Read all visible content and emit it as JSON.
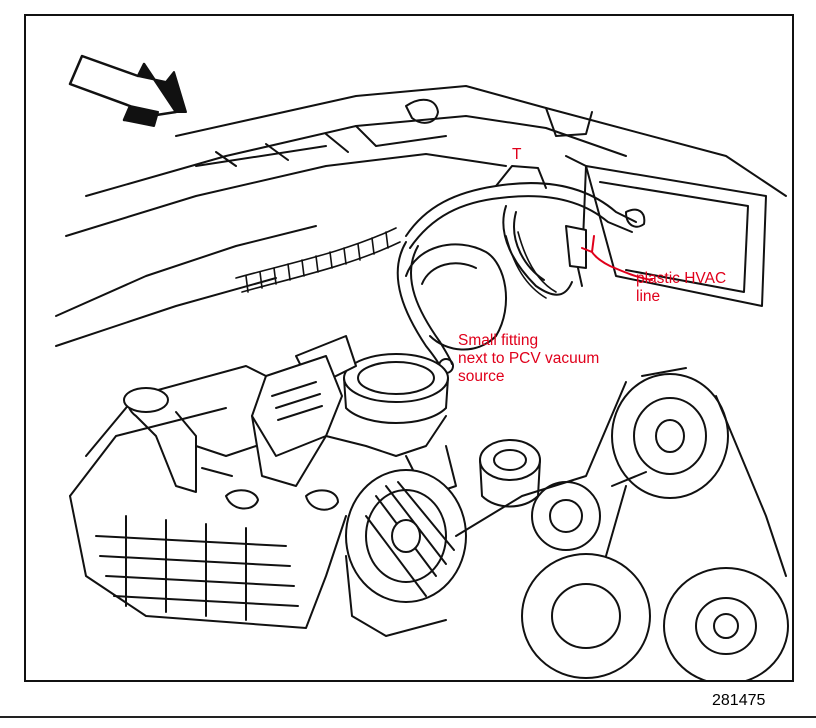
{
  "annotations": {
    "tee": "T",
    "hvac_line": [
      "plastic HVAC",
      "line"
    ],
    "small_fitting": [
      "Small fitting",
      "next to PCV vacuum",
      "source"
    ]
  },
  "figure_number": "281475",
  "colors": {
    "annotation": "#e0001b",
    "line_art": "#111111",
    "background": "#ffffff"
  },
  "icons": [
    "direction-arrow-icon"
  ]
}
